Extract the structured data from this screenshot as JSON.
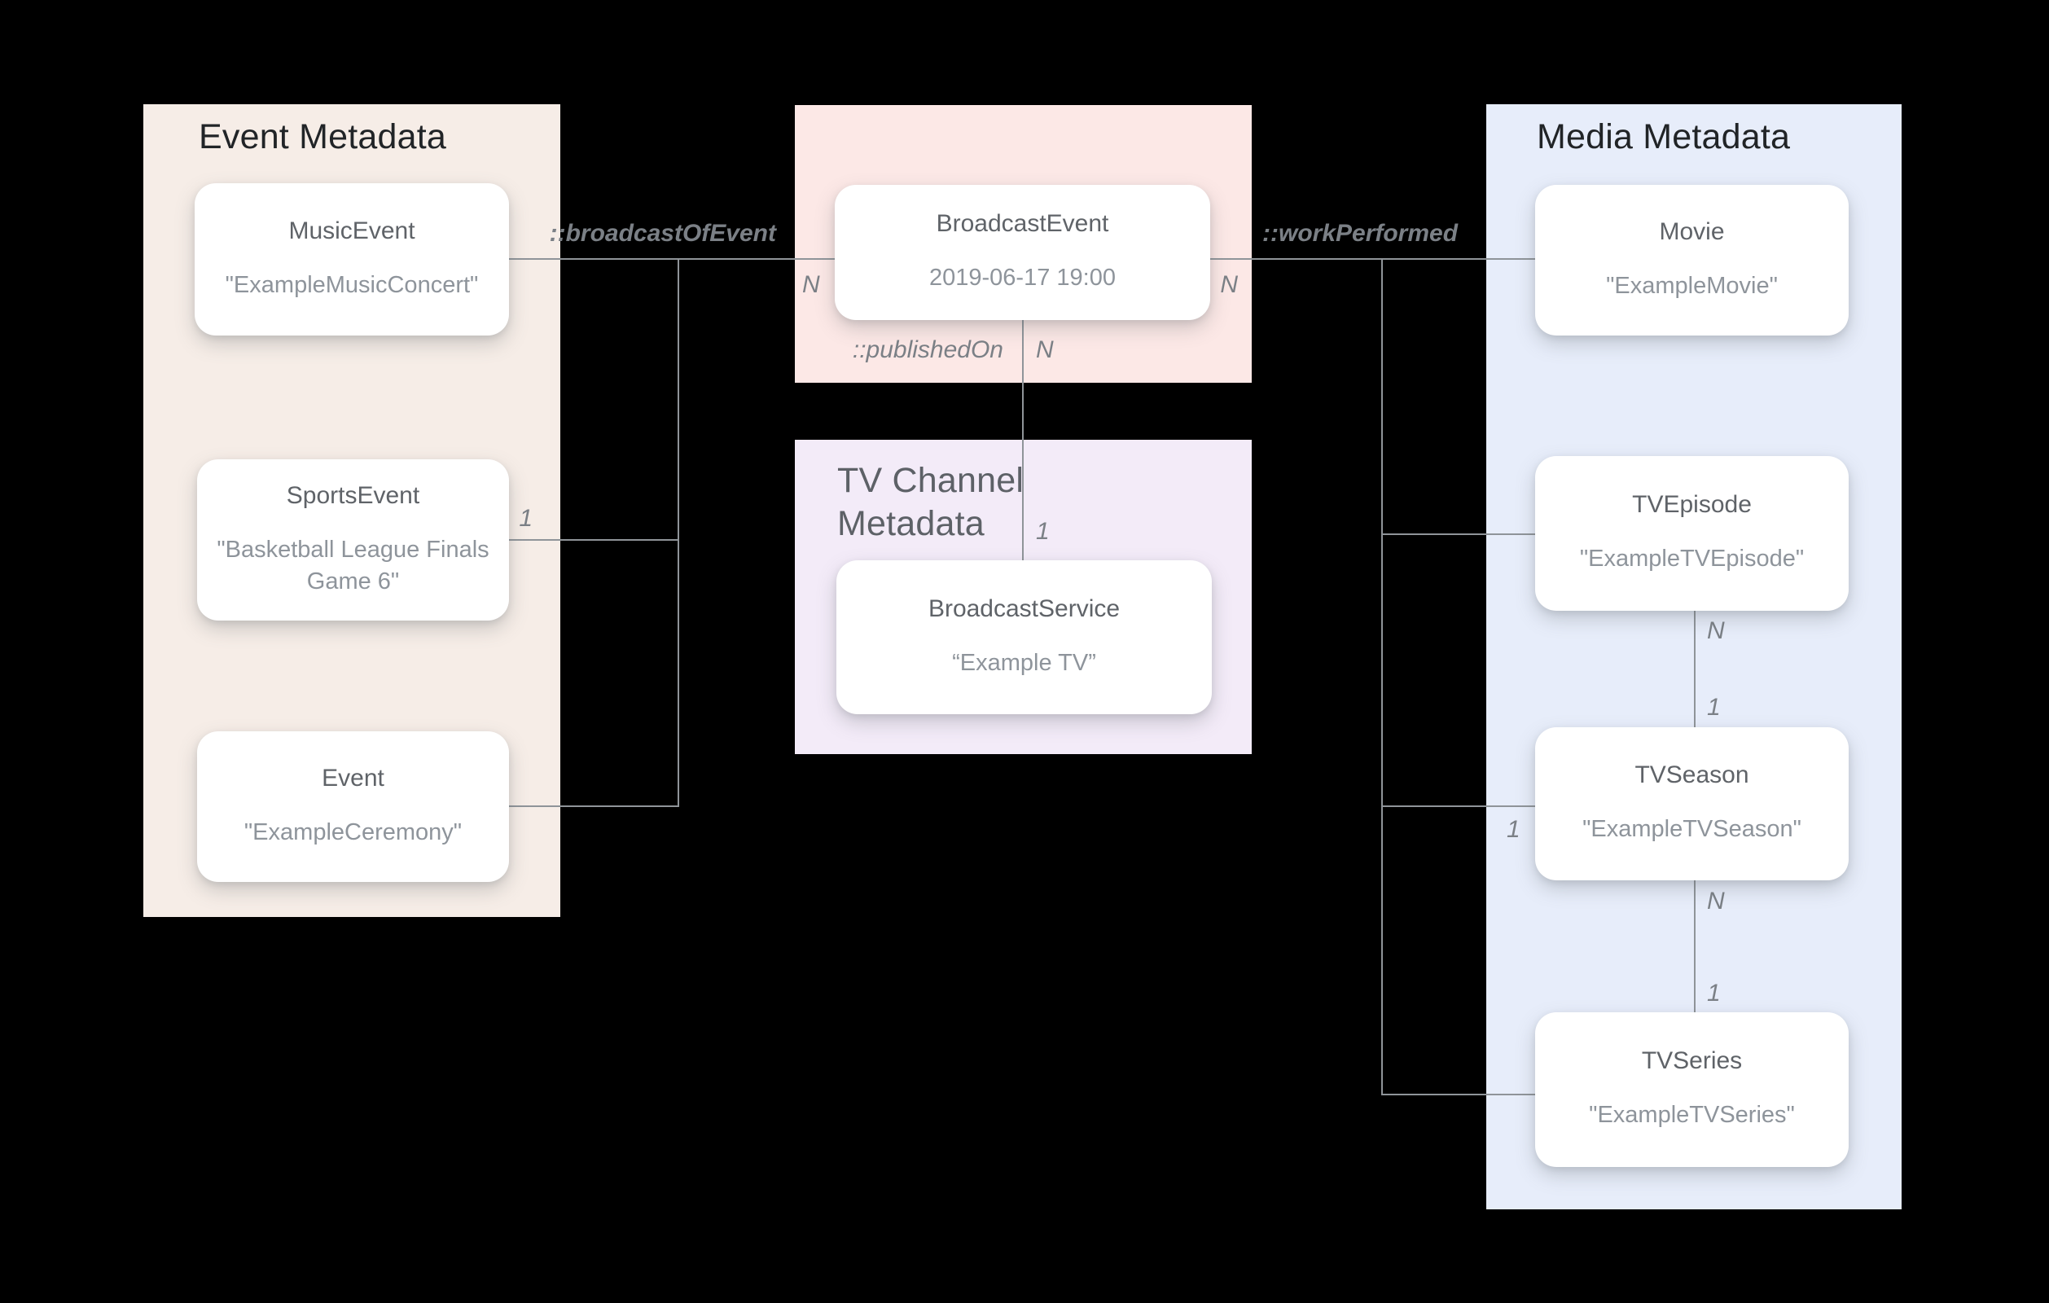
{
  "panels": {
    "event": {
      "title": "Event Metadata"
    },
    "tv_channel": {
      "title": "TV Channel Metadata"
    },
    "media": {
      "title": "Media Metadata"
    }
  },
  "nodes": {
    "music_event": {
      "title": "MusicEvent",
      "value": "\"ExampleMusicConcert\""
    },
    "sports_event": {
      "title": "SportsEvent",
      "value": "\"Basketball League Finals Game 6\""
    },
    "event": {
      "title": "Event",
      "value": "\"ExampleCeremony\""
    },
    "broadcast_event": {
      "title": "BroadcastEvent",
      "value": "2019-06-17 19:00"
    },
    "broadcast_service": {
      "title": "BroadcastService",
      "value": "“Example TV”"
    },
    "movie": {
      "title": "Movie",
      "value": "\"ExampleMovie\""
    },
    "tv_episode": {
      "title": "TVEpisode",
      "value": "\"ExampleTVEpisode\""
    },
    "tv_season": {
      "title": "TVSeason",
      "value": "\"ExampleTVSeason\""
    },
    "tv_series": {
      "title": "TVSeries",
      "value": "\"ExampleTVSeries\""
    }
  },
  "relations": {
    "broadcast_of_event": "::broadcastOfEvent",
    "published_on": "::publishedOn",
    "work_performed": "::workPerformed"
  },
  "cardinality": {
    "broadcast_left_n": "N",
    "broadcast_right_n": "N",
    "published_n": "N",
    "published_1": "1",
    "sports_1": "1",
    "season_1": "1",
    "episode_season_n": "N",
    "episode_season_1": "1",
    "season_series_n": "N",
    "season_series_1": "1"
  },
  "colors": {
    "background": "#000000",
    "event_panel_bg": "#f6ede7",
    "broadcast_panel_bg": "#fce8e6",
    "tv_panel_bg": "#f3ebf8",
    "media_panel_bg": "#e7edfa",
    "node_bg": "#ffffff",
    "heading_dark": "#212427",
    "heading_gray": "#5d6167",
    "node_title": "#5f6368",
    "node_value": "#8e949b",
    "line": "#8f9499",
    "label": "#7b8086"
  }
}
